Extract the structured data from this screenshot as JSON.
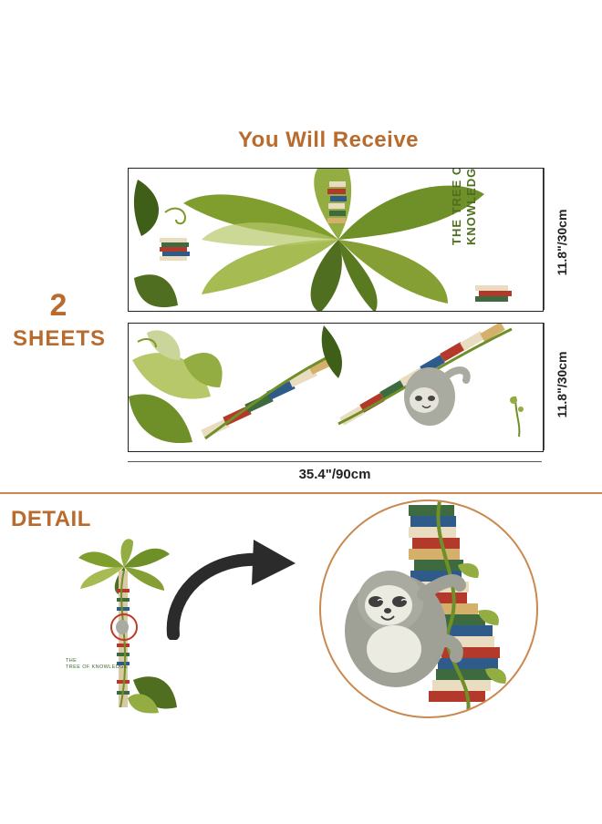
{
  "heading": "You Will Receive",
  "sheets": {
    "count": "2",
    "label": "SHEETS"
  },
  "dimensions": {
    "sheet1_height": "11.8\"/30cm",
    "sheet2_height": "11.8\"/30cm",
    "width": "35.4\"/90cm"
  },
  "sheet1_title": {
    "line1": "THE TREE OF",
    "line2": "KNOWLEDGE"
  },
  "detail": {
    "title": "DETAIL",
    "caption_line1": "THE",
    "caption_line2": "TREE OF KNOWLEDGE"
  },
  "colors": {
    "accent": "#b86b2d",
    "leaf_dark": "#4f6e1f",
    "leaf_light": "#8aa83a",
    "circle_border": "#c9894f"
  }
}
